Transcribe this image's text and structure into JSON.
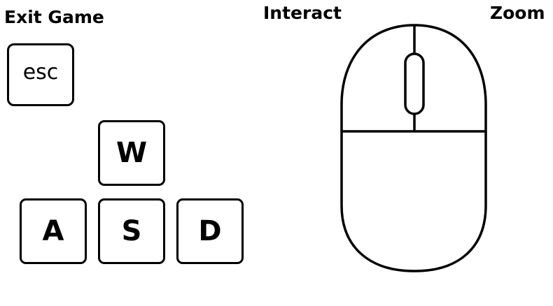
{
  "labels": {
    "exit": "Exit Game",
    "interact": "Interact",
    "zoom": "Zoom"
  },
  "keys": {
    "esc": "esc",
    "w": "W",
    "a": "A",
    "s": "S",
    "d": "D"
  },
  "colors": {
    "ink": "#000000",
    "background": "#ffffff"
  },
  "icons": {
    "mouse": "mouse-icon"
  }
}
